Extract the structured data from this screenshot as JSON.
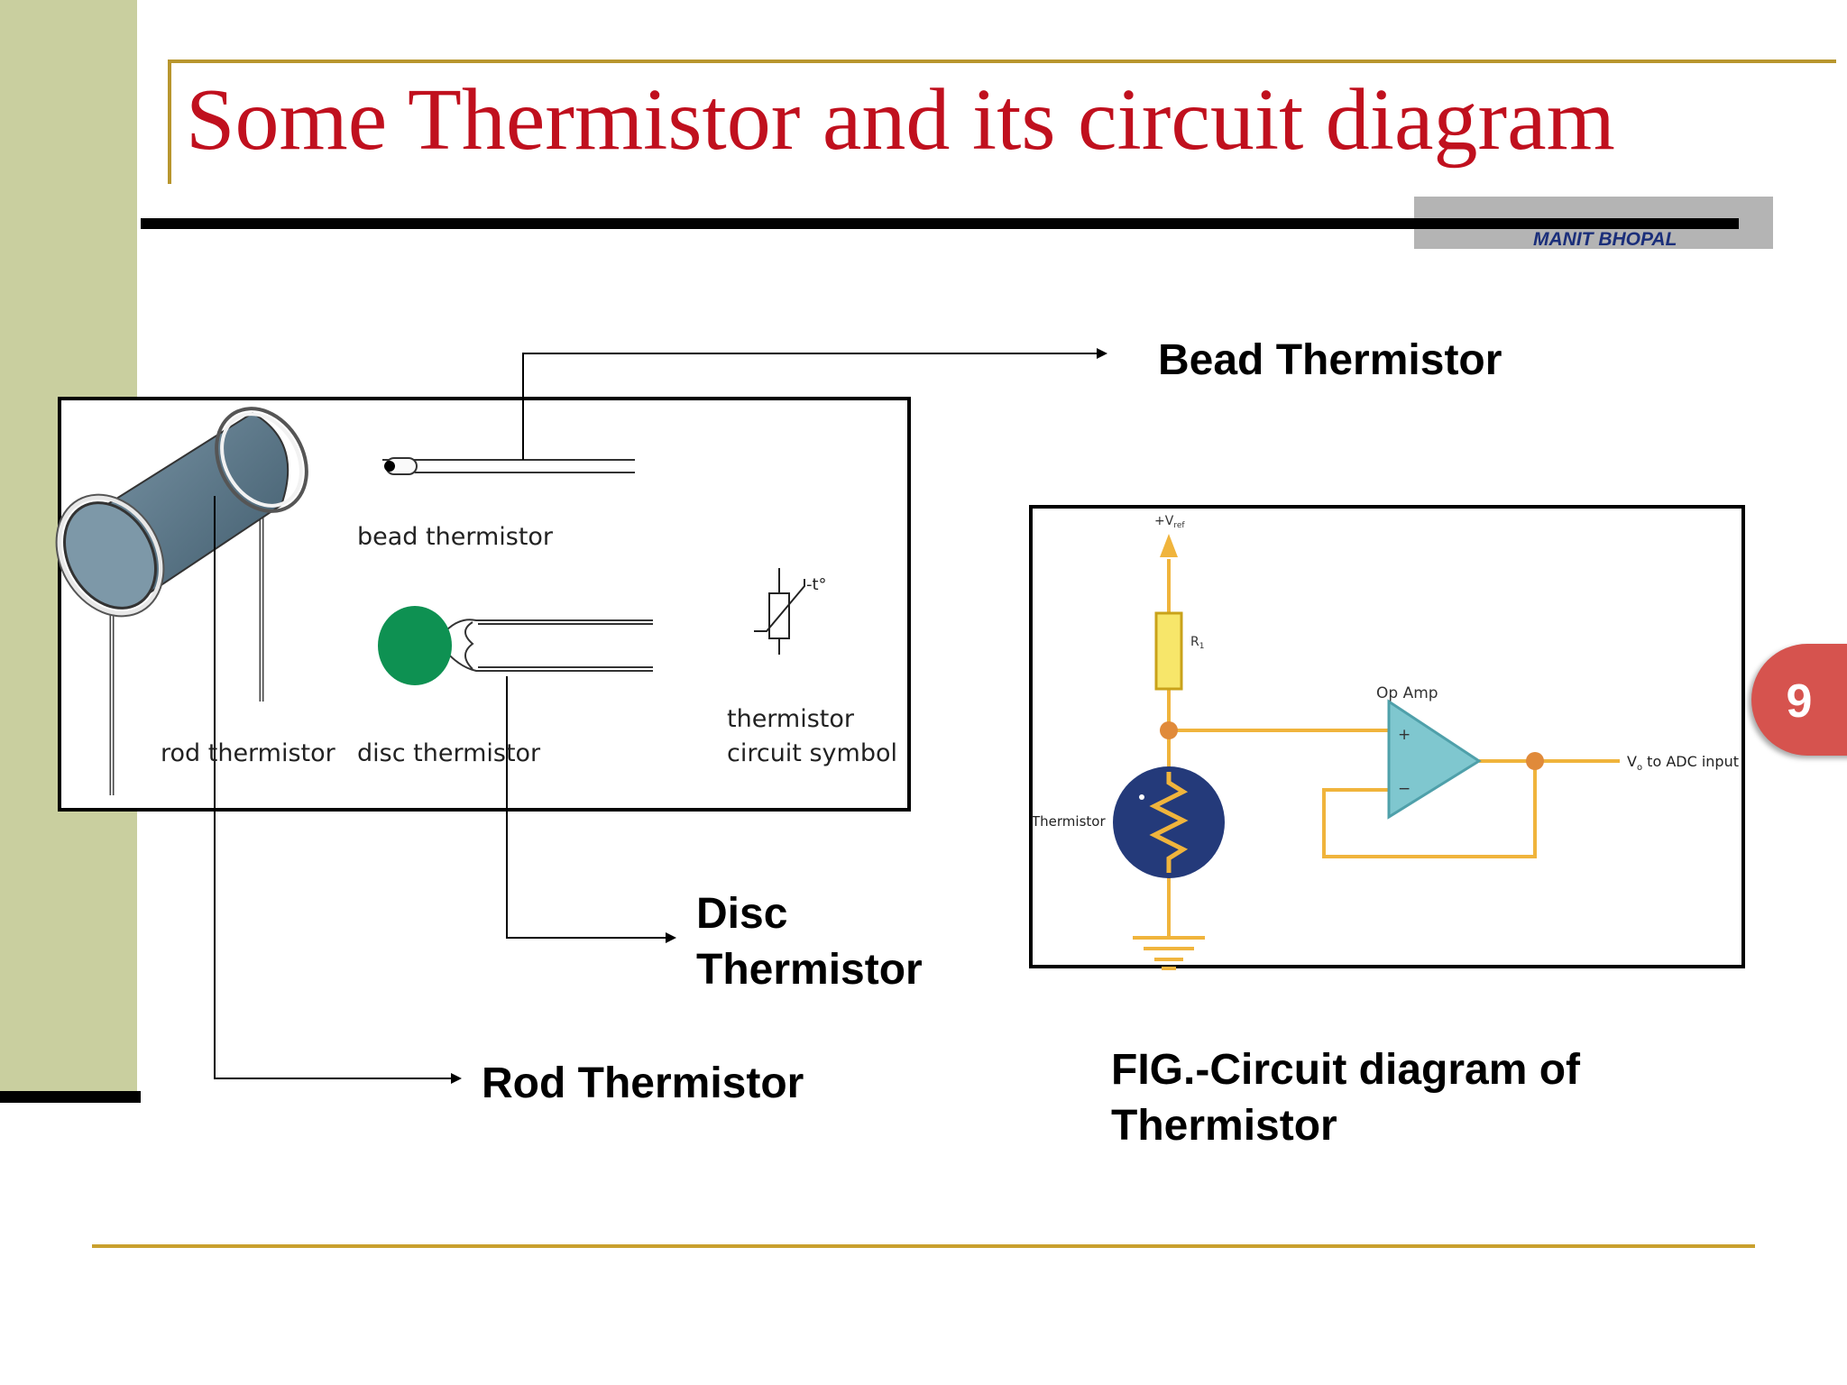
{
  "slide": {
    "title": "Some Thermistor and its circuit diagram",
    "organization": "MANIT BHOPAL",
    "page_number": "9"
  },
  "callouts": {
    "bead": "Bead Thermistor",
    "disc_line1": "Disc",
    "disc_line2": "Thermistor",
    "rod": "Rod Thermistor"
  },
  "types_figure": {
    "bead_label": "bead thermistor",
    "rod_label": "rod thermistor",
    "disc_label": "disc thermistor",
    "symbol_label_line1": "thermistor",
    "symbol_label_line2": "circuit symbol",
    "symbol_annotation": "-t°"
  },
  "circuit_figure": {
    "vref_label": "+V",
    "vref_sub": "ref",
    "resistor_label": "R",
    "resistor_sub": "1",
    "opamp_label": "Op Amp",
    "plus_sign": "+",
    "minus_sign": "−",
    "thermistor_label": "Thermistor",
    "output_label_v": "V",
    "output_label_sub": "o",
    "output_label_rest": " to ADC input"
  },
  "caption": {
    "line1": "FIG.-Circuit diagram of",
    "line2": "Thermistor"
  },
  "colors": {
    "title": "#c0101e",
    "side_strip": "#c9cf9f",
    "wire": "#f0b43c",
    "badge": "#d6534e",
    "org_label": "#1a2e7a",
    "rod_body": "#5e7f92",
    "disc_body": "#0e9152",
    "opamp": "#7fc7cf",
    "thermistor_bead": "#243a7a"
  }
}
